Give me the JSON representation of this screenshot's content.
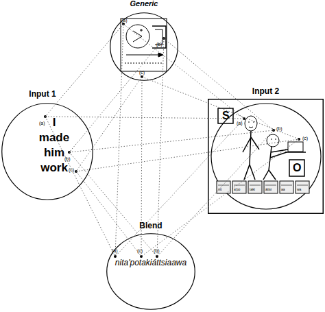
{
  "diagram": {
    "nodes": [
      {
        "text": [
          "Generic"
        ]
      },
      {
        "text": [
          "Input 1",
          "I made him work"
        ]
      },
      {
        "text": [
          "Input 2"
        ]
      },
      {
        "text": [
          "Blend",
          "nita'potakiáttsiaawa"
        ]
      }
    ],
    "edges": [
      {
        "from": 0,
        "to": 1,
        "arrow": "none"
      },
      {
        "from": 0,
        "to": 1,
        "arrow": "none"
      },
      {
        "from": 0,
        "to": 1,
        "arrow": "none"
      },
      {
        "from": 0,
        "to": 2,
        "arrow": "none"
      },
      {
        "from": 0,
        "to": 2,
        "arrow": "none"
      },
      {
        "from": 0,
        "to": 2,
        "arrow": "none"
      },
      {
        "from": 0,
        "to": 3,
        "arrow": "none"
      },
      {
        "from": 0,
        "to": 3,
        "arrow": "none"
      },
      {
        "from": 0,
        "to": 3,
        "arrow": "none"
      },
      {
        "from": 1,
        "to": 2,
        "arrow": "none"
      },
      {
        "from": 1,
        "to": 2,
        "arrow": "none"
      },
      {
        "from": 1,
        "to": 2,
        "arrow": "none"
      },
      {
        "from": 1,
        "to": 3,
        "arrow": "none"
      },
      {
        "from": 1,
        "to": 3,
        "arrow": "none"
      },
      {
        "from": 1,
        "to": 3,
        "arrow": "none"
      },
      {
        "from": 2,
        "to": 3,
        "arrow": "none"
      },
      {
        "from": 2,
        "to": 3,
        "arrow": "none"
      },
      {
        "from": 2,
        "to": 3,
        "arrow": "none"
      }
    ],
    "labels": [
      "(a)",
      "(b)",
      "(c)",
      "(a)",
      "(b)",
      "(c)",
      "(a)",
      "(b)",
      "(c)",
      "S",
      "O",
      "nit",
      "a'po",
      "taki",
      "áttsi",
      "aa",
      "wa",
      "(a)",
      "(c)",
      "(b)"
    ]
  }
}
